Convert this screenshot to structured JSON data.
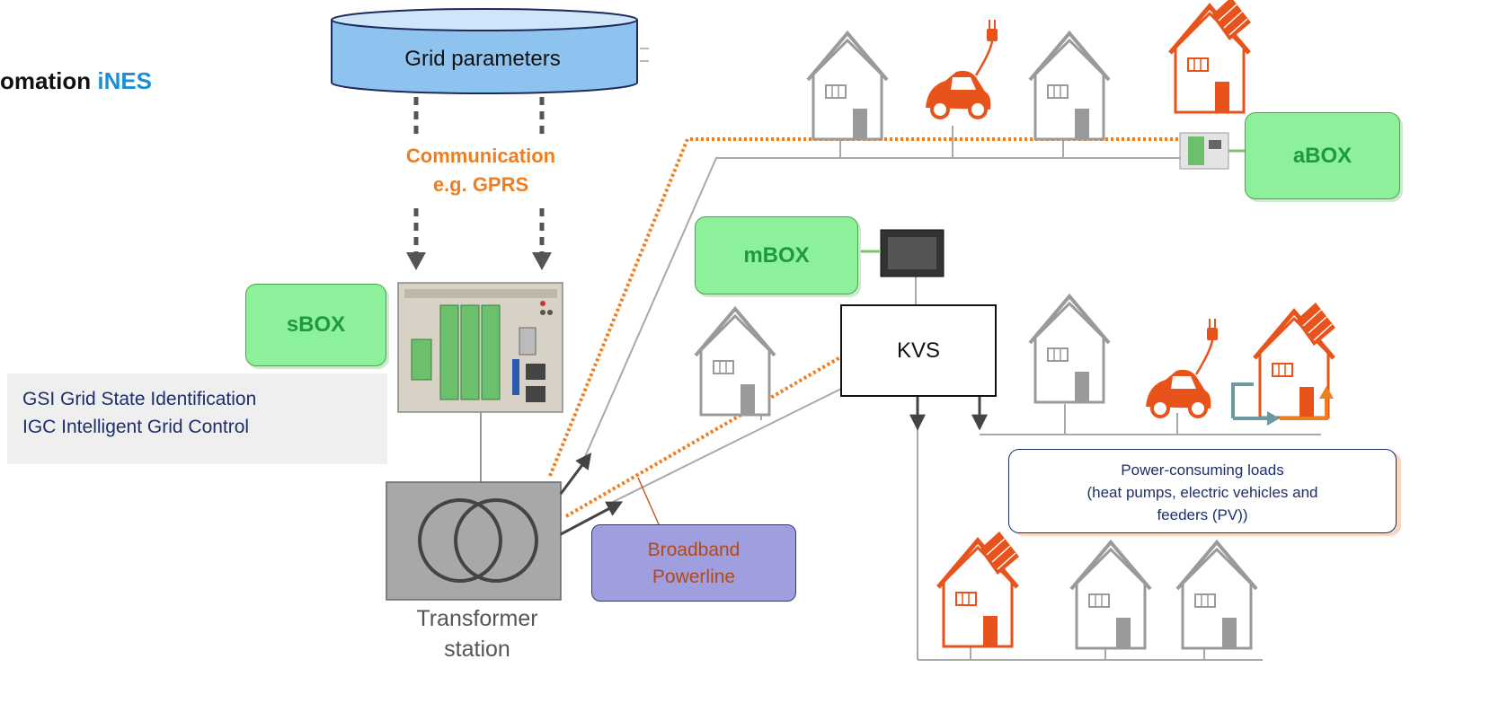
{
  "title": {
    "prefix": "omation",
    "highlight": "iNES"
  },
  "database": {
    "label": "Grid parameters"
  },
  "communication": {
    "line1": "Communication",
    "line2": "e.g. GPRS"
  },
  "boxes": {
    "sbox": "sBOX",
    "mbox": "mBOX",
    "abox": "aBOX",
    "kvs": "KVS"
  },
  "info": {
    "line1": "GSI Grid State Identification",
    "line2": "IGC Intelligent Grid Control"
  },
  "loads": {
    "line1": "Power-consuming loads",
    "line2": "(heat pumps, electric vehicles and",
    "line3": "feeders (PV))"
  },
  "powerline": {
    "line1": "Broadband",
    "line2": "Powerline"
  },
  "transformer": {
    "line1": "Transformer",
    "line2": "station"
  },
  "colors": {
    "green_box": "#8df09a",
    "green_text": "#1f9a3b",
    "orange": "#f07d1e",
    "house_orange": "#e8531c",
    "accent_blue": "#1a8fd6",
    "navy": "#1c2f6b",
    "purple_box": "#9f9fe0",
    "database": "#8ec3f0"
  }
}
